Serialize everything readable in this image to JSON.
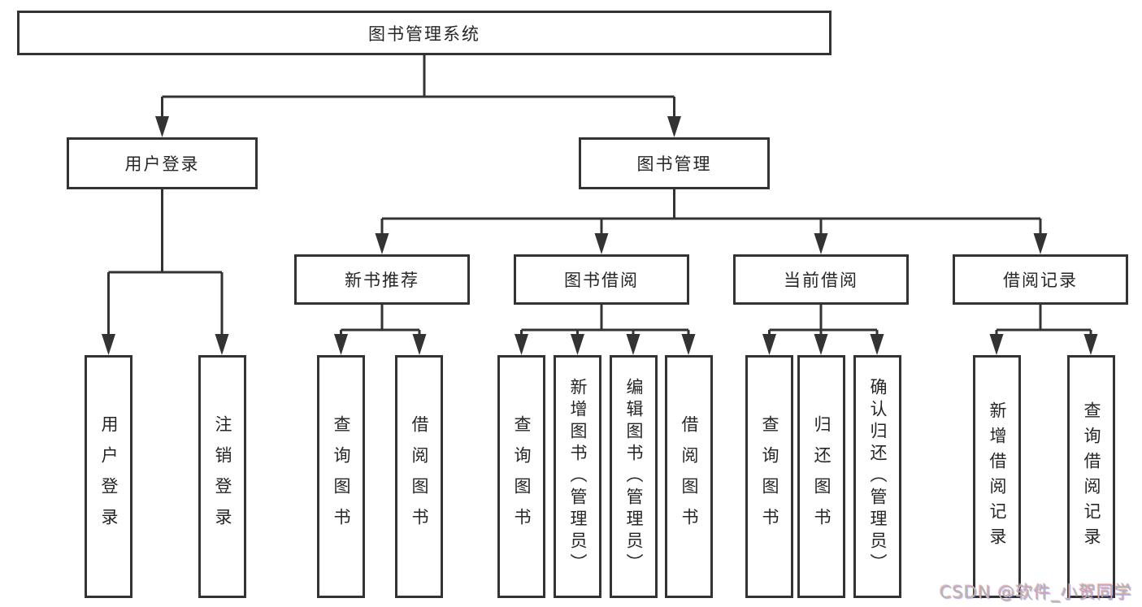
{
  "diagram_title": "图书管理系统",
  "tree": {
    "root": {
      "label": "图书管理系统"
    },
    "branches": [
      {
        "label": "用户登录",
        "children": [
          {
            "label": "用户登录"
          },
          {
            "label": "注销登录"
          }
        ]
      },
      {
        "label": "图书管理",
        "children": [
          {
            "label": "新书推荐",
            "children": [
              {
                "label": "查询图书"
              },
              {
                "label": "借阅图书"
              }
            ]
          },
          {
            "label": "图书借阅",
            "children": [
              {
                "label": "查询图书"
              },
              {
                "label": "新增图书（管理员）"
              },
              {
                "label": "编辑图书（管理员）"
              },
              {
                "label": "借阅图书"
              }
            ]
          },
          {
            "label": "当前借阅",
            "children": [
              {
                "label": "查询图书"
              },
              {
                "label": "归还图书"
              },
              {
                "label": "确认归还（管理员）"
              }
            ]
          },
          {
            "label": "借阅记录",
            "children": [
              {
                "label": "新增借阅记录"
              },
              {
                "label": "查询借阅记录"
              }
            ]
          }
        ]
      }
    ]
  },
  "watermark": {
    "text": "CSDN @软件_小贺同学"
  },
  "colors": {
    "line": "#333333",
    "box_border": "#333333",
    "text": "#262626",
    "watermark": "#b4b4b4",
    "background": "#ffffff"
  }
}
